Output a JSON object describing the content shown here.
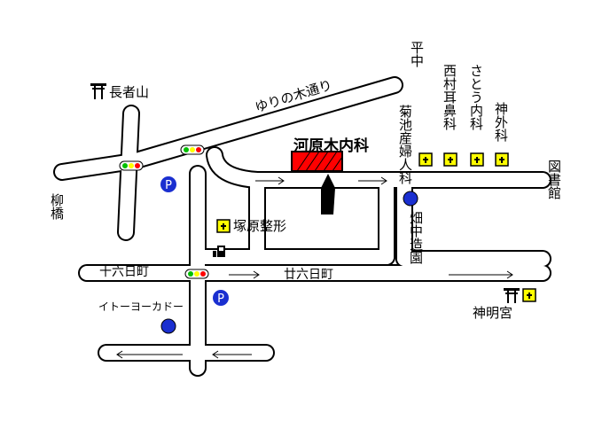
{
  "destination": {
    "name": "河原木内科",
    "color": "#ff0000"
  },
  "roads": {
    "yuri_no_ki": "ゆりの木通り",
    "juroku_nichi": "十六日町",
    "nijuroku_nichi": "廿六日町"
  },
  "places": {
    "chojasan": "長者山",
    "yanagibashi": "柳橋",
    "heichu": "平中",
    "kikuchi": "菊池産婦人科",
    "nishimura": "西村耳鼻科",
    "sato": "さとう内科",
    "kamiga": "神外科",
    "toshokan": "図書館",
    "hatanaka": "畑中造園",
    "tsukahara": "塚原整形",
    "itoyokado": "イトーヨーカドー",
    "shinmeigu": "神明宮"
  },
  "icons": {
    "parking": "P",
    "parking_color": "#1a2fd0",
    "pond_color": "#1a2fd0",
    "clinic_color": "#ffff00",
    "signal_colors": [
      "#ff0000",
      "#ffff00",
      "#00c000"
    ]
  }
}
